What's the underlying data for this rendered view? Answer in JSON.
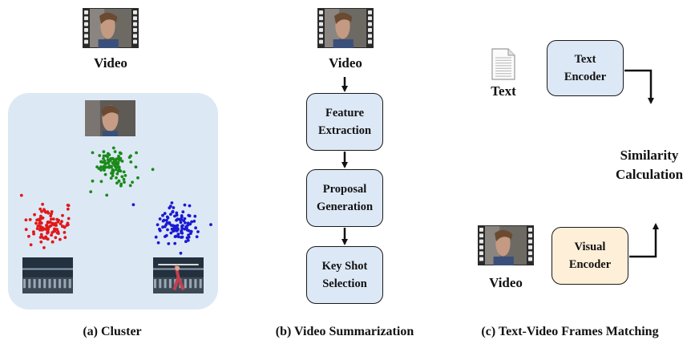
{
  "panel_a": {
    "video_label": "Video",
    "caption": "(a) Cluster",
    "clusters": [
      {
        "name": "green-cluster",
        "color": "#1a8a1a"
      },
      {
        "name": "red-cluster",
        "color": "#e01818"
      },
      {
        "name": "blue-cluster",
        "color": "#1a1ad0"
      }
    ]
  },
  "panel_b": {
    "video_label": "Video",
    "steps": [
      "Feature\nExtraction",
      "Proposal\nGeneration",
      "Key Shot\nSelection"
    ],
    "caption": "(b) Video Summarization"
  },
  "panel_c": {
    "text_label": "Text",
    "text_encoder": "Text\nEncoder",
    "similarity": "Similarity\nCalculation",
    "video_label": "Video",
    "visual_encoder": "Visual\nEncoder",
    "caption": "(c) Text-Video Frames Matching"
  },
  "colors": {
    "box_blue": "#dde8f6",
    "box_peach": "#fdefd8",
    "panel_bg": "#dde8f5"
  }
}
